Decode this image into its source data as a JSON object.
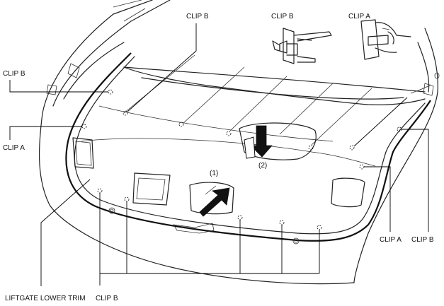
{
  "labels": {
    "clip_b": "CLIP B",
    "clip_a": "CLIP A",
    "liftgate_lower_trim": "LIFTGATE LOWER TRIM",
    "step_1": "(1)",
    "step_2": "(2)"
  }
}
